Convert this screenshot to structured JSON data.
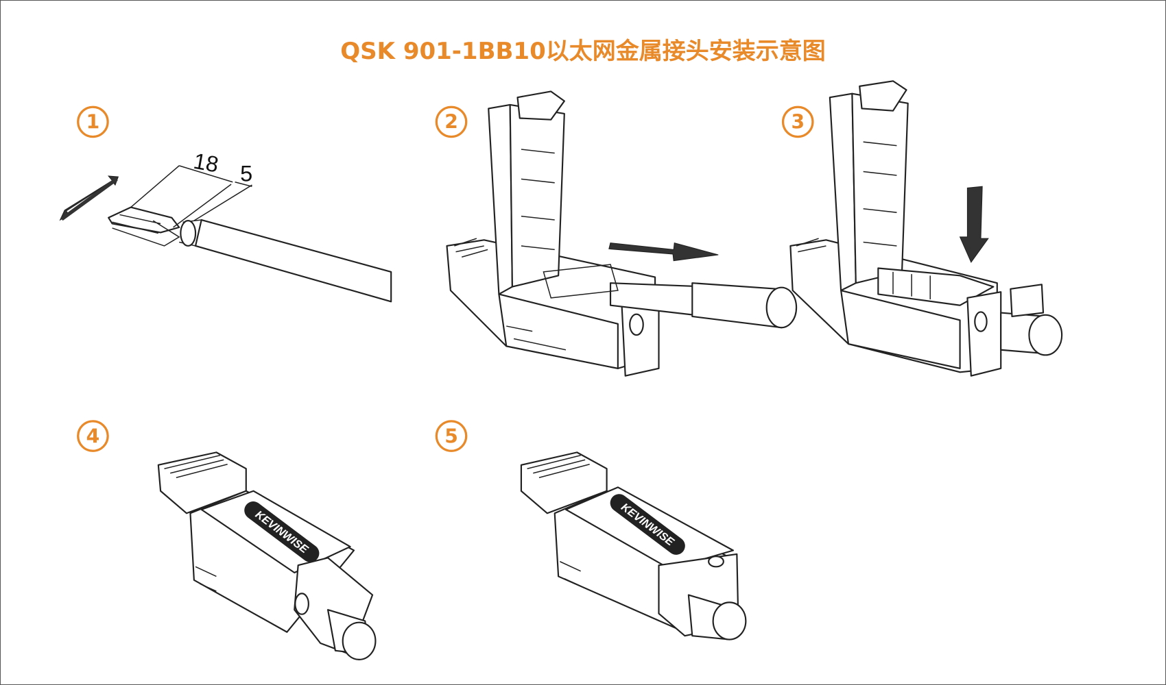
{
  "title": "QSK 901-1BB10以太网金属接头安装示意图",
  "steps": [
    {
      "number": "1",
      "dimensions": [
        "18",
        "5"
      ]
    },
    {
      "number": "2"
    },
    {
      "number": "3"
    },
    {
      "number": "4"
    },
    {
      "number": "5"
    }
  ],
  "brand_logo": "KEVINWISE",
  "colors": {
    "accent": "#E8892A",
    "line": "#222222"
  }
}
